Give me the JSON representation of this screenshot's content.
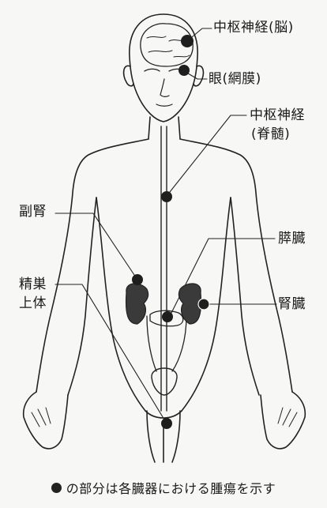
{
  "labels": {
    "cns_brain": "中枢神経(脳)",
    "eye_retina": "眼(網膜)",
    "cns_spinal_1": "中枢神経",
    "cns_spinal_2": "(脊髄)",
    "adrenal": "副腎",
    "pancreas": "膵臓",
    "epididymis_1": "精巣",
    "epididymis_2": "上体",
    "kidney": "腎臓"
  },
  "caption": {
    "text": "の部分は各臓器における腫瘍を示す"
  },
  "colors": {
    "ink": "#1a1a1a",
    "tumor": "#222222",
    "organ_fill": "#3a3a3a",
    "background": "#f7f7f5"
  }
}
